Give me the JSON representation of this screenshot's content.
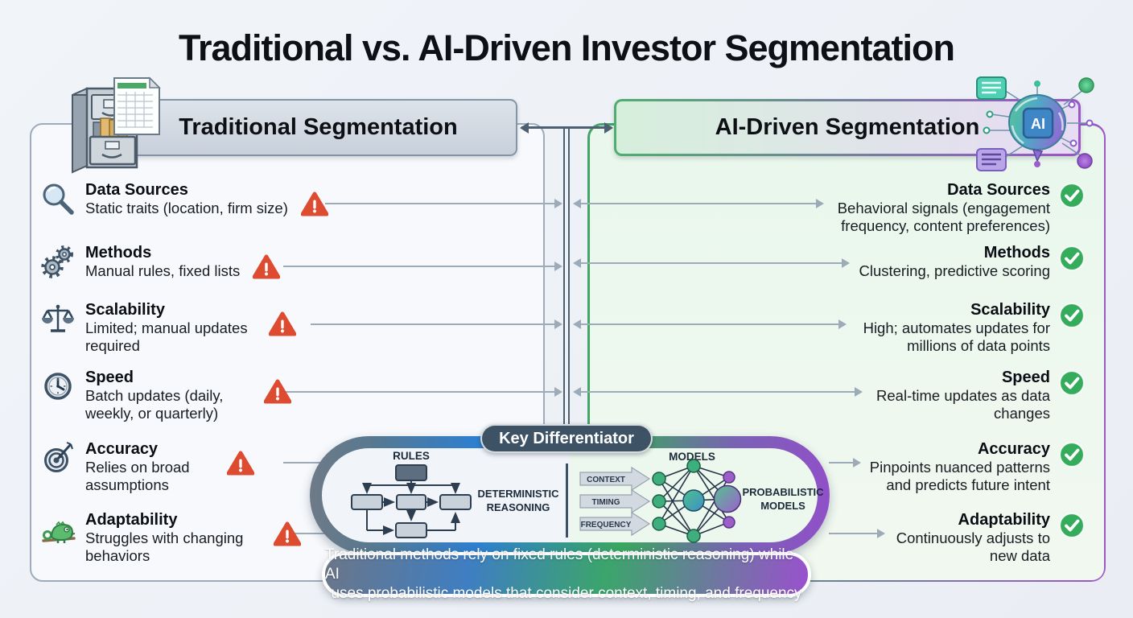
{
  "title": "Traditional vs. AI-Driven Investor Segmentation",
  "left_panel": {
    "header": "Traditional Segmentation",
    "rows": [
      {
        "label": "Data Sources",
        "desc": "Static traits (location, firm size)",
        "icon": "magnifier-icon",
        "status": "warning"
      },
      {
        "label": "Methods",
        "desc": "Manual rules, fixed lists",
        "icon": "gears-icon",
        "status": "warning"
      },
      {
        "label": "Scalability",
        "desc": "Limited; manual updates required",
        "icon": "scale-icon",
        "status": "warning"
      },
      {
        "label": "Speed",
        "desc": "Batch updates (daily, weekly, or quarterly)",
        "icon": "clock-icon",
        "status": "warning"
      },
      {
        "label": "Accuracy",
        "desc": "Relies on broad assumptions",
        "icon": "target-icon",
        "status": "warning"
      },
      {
        "label": "Adaptability",
        "desc": "Struggles with changing behaviors",
        "icon": "chameleon-icon",
        "status": "warning"
      }
    ]
  },
  "right_panel": {
    "header": "AI-Driven Segmentation",
    "brain_chip_label": "AI",
    "rows": [
      {
        "label": "Data Sources",
        "desc": "Behavioral signals (engagement frequency, content preferences)",
        "status": "positive"
      },
      {
        "label": "Methods",
        "desc": "Clustering, predictive scoring",
        "status": "positive"
      },
      {
        "label": "Scalability",
        "desc": "High; automates updates for millions of data points",
        "status": "positive"
      },
      {
        "label": "Speed",
        "desc": "Real-time updates as data changes",
        "status": "positive"
      },
      {
        "label": "Accuracy",
        "desc": "Pinpoints nuanced patterns and predicts future intent",
        "status": "positive"
      },
      {
        "label": "Adaptability",
        "desc": "Continuously adjusts to new data",
        "status": "positive"
      }
    ]
  },
  "key_differentiator": {
    "badge": "Key Differentiator",
    "flowchart": {
      "top_label": "RULES",
      "side_label": [
        "DETERMINISTIC",
        "REASONING"
      ]
    },
    "network": {
      "top_label": "MODELS",
      "inputs": [
        "CONTEXT",
        "TIMING",
        "FREQUENCY"
      ],
      "side_label": [
        "PROBABILISTIC",
        "MODELS"
      ]
    },
    "caption_line1": "Traditional methods rely on fixed rules (deterministic reasoning) while AI",
    "caption_line2": "uses probabilistic models that consider context, timing, and frequency"
  },
  "colors": {
    "warning": "#dd4b30",
    "success": "#35ab5c",
    "traditional_accent": "#8494a6",
    "ai_green": "#43a567",
    "ai_purple": "#9b59c6",
    "connector": "#9dabb8",
    "dark_connector": "#4d6071"
  }
}
